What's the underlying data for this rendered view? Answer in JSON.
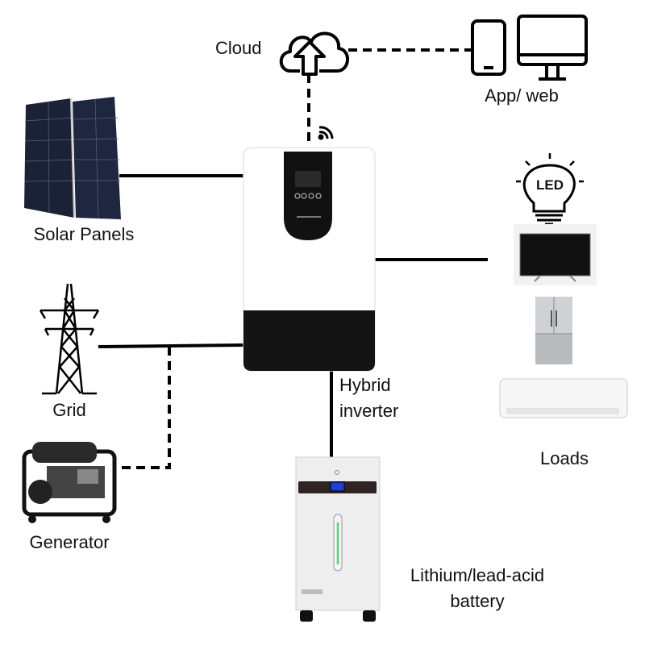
{
  "labels": {
    "cloud": "Cloud",
    "app_web": "App/ web",
    "solar_panels": "Solar Panels",
    "grid": "Grid",
    "generator": "Generator",
    "inverter_line1": "Hybrid",
    "inverter_line2": "inverter",
    "loads": "Loads",
    "battery_line1": "Lithium/lead-acid",
    "battery_line2": "battery",
    "led": "LED"
  },
  "colors": {
    "line": "#000000",
    "inverter_body": "#ffffff",
    "inverter_base": "#111111",
    "battery_body": "#eeeeee",
    "battery_display": "#1f3fd8",
    "battery_level": "#5ccf7a",
    "solar_cell": "#1c2236"
  },
  "icons": [
    "cloud-upload-icon",
    "phone-icon",
    "monitor-icon",
    "wifi-icon",
    "solar-panel-icon",
    "transmission-tower-icon",
    "generator-icon",
    "led-bulb-icon",
    "tv-icon",
    "fridge-icon",
    "air-conditioner-icon"
  ]
}
